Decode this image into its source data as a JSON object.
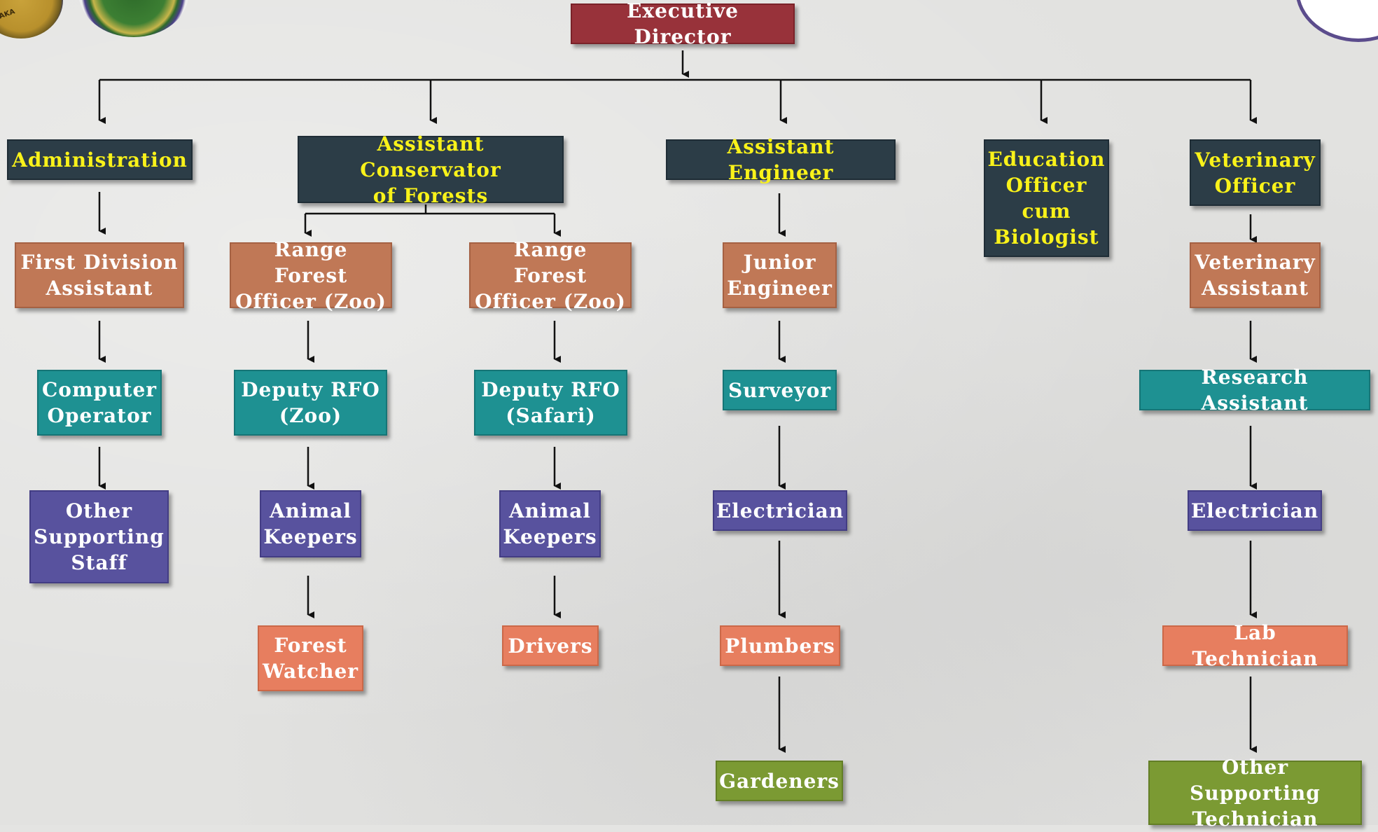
{
  "logos": {
    "logo1_text": "NATAKA"
  },
  "colors": {
    "executive": "#98323a",
    "department": "#2c3d47",
    "department_text": "#f9f21a",
    "officer": "#c07856",
    "assistant": "#1e9192",
    "staff": "#58529e",
    "worker": "#e77e5f",
    "support": "#7b9a33",
    "connector": "#111111"
  },
  "nodes": {
    "executive_director": "Executive Director",
    "administration": "Administration",
    "acf": "Assistant Conservator\nof Forests",
    "assistant_engineer": "Assistant Engineer",
    "education_officer": "Education\nOfficer\ncum\nBiologist",
    "veterinary_officer": "Veterinary\nOfficer",
    "first_division_assistant": "First Division\nAssistant",
    "rfo_zoo_1": "Range Forest\nOfficer (Zoo)",
    "rfo_zoo_2": "Range Forest\nOfficer (Zoo)",
    "junior_engineer": "Junior\nEngineer",
    "veterinary_assistant": "Veterinary\nAssistant",
    "computer_operator": "Computer\nOperator",
    "deputy_rfo_zoo": "Deputy RFO\n(Zoo)",
    "deputy_rfo_safari": "Deputy RFO\n(Safari)",
    "surveyor": "Surveyor",
    "research_assistant": "Research Assistant",
    "other_supporting_staff": "Other\nSupporting\nStaff",
    "animal_keepers_1": "Animal\nKeepers",
    "animal_keepers_2": "Animal\nKeepers",
    "electrician_1": "Electrician",
    "electrician_2": "Electrician",
    "forest_watcher": "Forest\nWatcher",
    "drivers": "Drivers",
    "plumbers": "Plumbers",
    "lab_technician": "Lab Technician",
    "gardeners": "Gardeners",
    "other_supporting_technician": "Other Supporting\nTechnician"
  }
}
